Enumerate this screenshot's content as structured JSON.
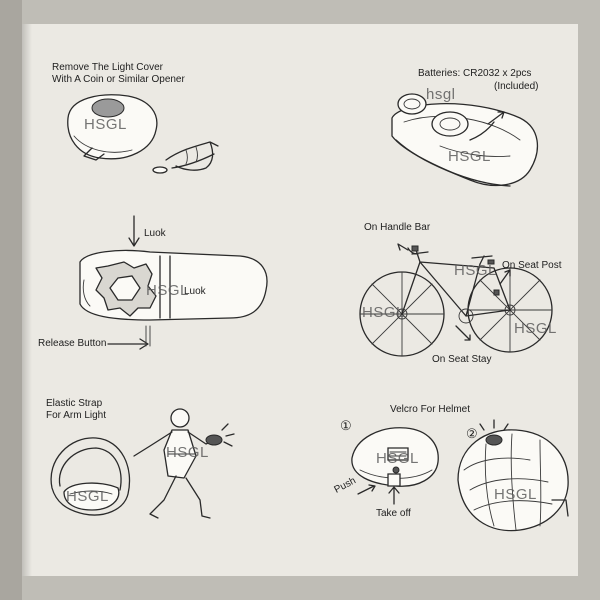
{
  "instructions": {
    "remove_cover": "Remove The Light Cover\nWith A Coin or Similar Opener",
    "batteries_line1": "Batteries: CR2032 x 2pcs",
    "batteries_line2": "(Included)",
    "lock_label": "Luok",
    "lock_label_inner": "Luok",
    "release_button": "Release Button",
    "handle_bar": "On Handle Bar",
    "seat_post": "On Seat Post",
    "seat_stay": "On Seat Stay",
    "elastic_strap": "Elastic Strap\nFor Arm Light",
    "velcro_helmet": "Velcro For Helmet",
    "step_one": "①",
    "step_two": "②",
    "push": "Push",
    "take_off": "Take off"
  },
  "watermarks": {
    "brand_upper": "HSGL",
    "brand_lower": "hsgl"
  },
  "colors": {
    "paper": "#ebe9e3",
    "ink": "#2a2a2a",
    "watermark": "#5d5d5d"
  }
}
